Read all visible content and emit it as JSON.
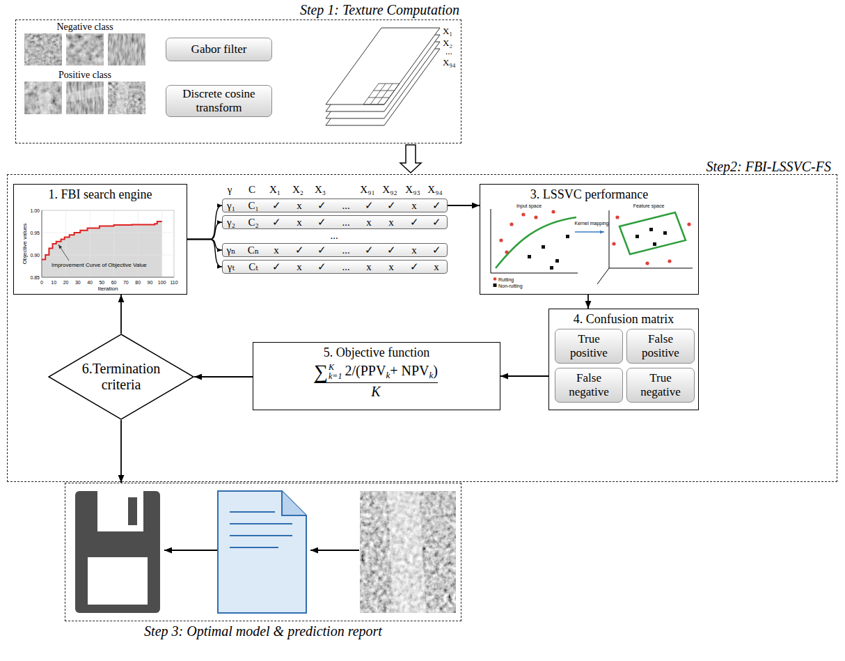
{
  "diagram": {
    "nodes": [
      {
        "text": [
          "Step 1: Texture Computation"
        ]
      },
      {
        "text": [
          "Gabor filter"
        ],
        "in": 0
      },
      {
        "text": [
          "Discrete cosine transform"
        ],
        "in": 0
      },
      {
        "text": [
          "Step2: FBI-LSSVC-FS"
        ]
      },
      {
        "text": [
          "1. FBI search engine"
        ],
        "in": 3
      },
      {
        "text": [
          "γ₁",
          "C₁",
          "✓",
          "x",
          "✓",
          "...",
          "✓",
          "✓",
          "x",
          "✓"
        ],
        "in": 3
      },
      {
        "text": [
          "γ₂",
          "C₂",
          "✓",
          "x",
          "✓",
          "...",
          "x",
          "x",
          "✓",
          "✓"
        ],
        "in": 3
      },
      {
        "text": [
          "γₙ",
          "Cₙ",
          "x",
          "✓",
          "✓",
          "...",
          "✓",
          "✓",
          "x",
          "✓"
        ],
        "in": 3
      },
      {
        "text": [
          "γₜ",
          "Cₜ",
          "✓",
          "x",
          "✓",
          "...",
          "x",
          "x",
          "✓",
          "x"
        ],
        "in": 3
      },
      {
        "text": [
          "3. LSSVC performance"
        ],
        "in": 3
      },
      {
        "text": [
          "4. Confusion matrix"
        ],
        "in": 3
      },
      {
        "text": [
          "True positive"
        ],
        "in": 10
      },
      {
        "text": [
          "False positive"
        ],
        "in": 10
      },
      {
        "text": [
          "False negative"
        ],
        "in": 10
      },
      {
        "text": [
          "True negative"
        ],
        "in": 10
      },
      {
        "text": [
          "5. Objective function"
        ],
        "in": 3
      },
      {
        "text": [
          "6.Termination criteria"
        ],
        "in": 3
      },
      {
        "text": [
          "Step 3: Optimal model & prediction report"
        ]
      }
    ],
    "edges": [
      {
        "from": 0,
        "to": 3,
        "arrow": "to"
      },
      {
        "from": 4,
        "to": 5,
        "arrow": "to"
      },
      {
        "from": 4,
        "to": 6,
        "arrow": "to"
      },
      {
        "from": 4,
        "to": 7,
        "arrow": "to"
      },
      {
        "from": 4,
        "to": 8,
        "arrow": "to"
      },
      {
        "from": 5,
        "to": 9,
        "arrow": "to"
      },
      {
        "from": 9,
        "to": 10,
        "arrow": "to"
      },
      {
        "from": 10,
        "to": 15,
        "arrow": "to"
      },
      {
        "from": 15,
        "to": 16,
        "arrow": "to"
      },
      {
        "from": 16,
        "to": 4,
        "arrow": "to"
      },
      {
        "from": 16,
        "to": 17,
        "arrow": "to"
      }
    ],
    "labels": [
      "Negative class",
      "Positive class",
      "X₁",
      "X₂",
      "...",
      "X₉₄",
      "1.00",
      "0.95",
      "0.90",
      "0.85",
      "0",
      "10",
      "20",
      "30",
      "40",
      "50",
      "60",
      "70",
      "80",
      "90",
      "100",
      "110",
      "Iteration",
      "Objective values",
      "Improvement Curve of Objective Value",
      "γ",
      "C",
      "X₁",
      "X₂",
      "X₃",
      "X₉₁",
      "X₉₂",
      "X₉₃",
      "X₉₄",
      "...",
      "Input space",
      "Feature space",
      "Kernel mapping",
      "Rutting",
      "Non-rutting",
      "∑",
      "K",
      "k=1",
      "2/(PPV",
      "k",
      "+ NPV",
      "k",
      ")",
      "K"
    ]
  }
}
